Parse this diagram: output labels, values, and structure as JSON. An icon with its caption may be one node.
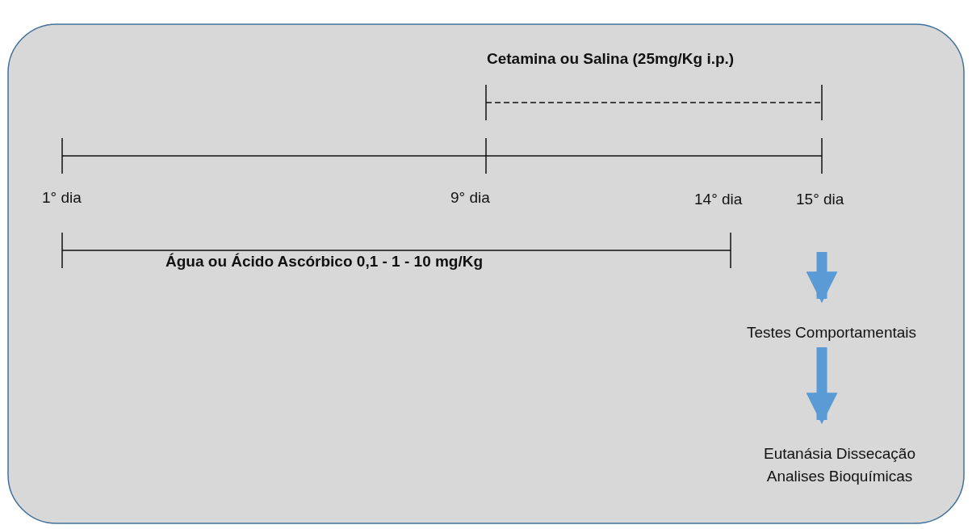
{
  "diagram": {
    "nodes": [
      {
        "text": [
          "Testes Comportamentais"
        ]
      },
      {
        "text": [
          "Eutanásia Dissecação Analises Bioquímicas"
        ]
      }
    ],
    "edges": [
      {
        "from": null,
        "to": 0,
        "arrow": "to"
      },
      {
        "from": 0,
        "to": 1,
        "arrow": "to"
      }
    ],
    "labels": [
      "Cetamina ou Salina (25mg/Kg i.p.)",
      "1° dia",
      "9° dia",
      "14° dia",
      "15° dia",
      "Água ou Ácido Ascórbico 0,1 - 1 - 10 mg/Kg"
    ]
  }
}
